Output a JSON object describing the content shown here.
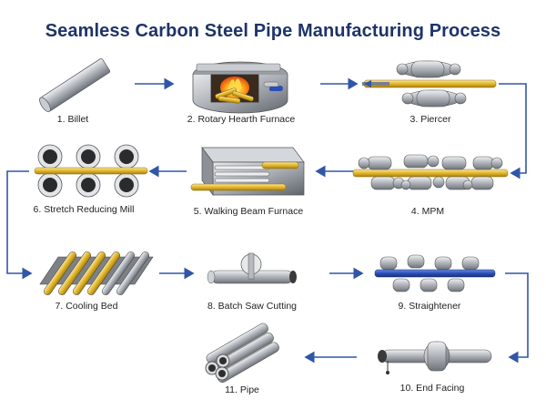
{
  "title": "Seamless Carbon Steel Pipe Manufacturing Process",
  "colors": {
    "title": "#1e3468",
    "arrow": "#2f56a8",
    "steel": "#a7abb1",
    "gold": "#e2b628",
    "blue_bar": "#2a4fb6"
  },
  "steps": [
    {
      "label": "1. Billet",
      "icon": "billet-icon"
    },
    {
      "label": "2. Rotary Hearth Furnace",
      "icon": "rotary-furnace-icon"
    },
    {
      "label": "3. Piercer",
      "icon": "piercer-icon"
    },
    {
      "label": "4. MPM",
      "icon": "mpm-mill-icon"
    },
    {
      "label": "5. Walking Beam Furnace",
      "icon": "walking-beam-furnace-icon"
    },
    {
      "label": "6. Stretch Reducing Mill",
      "icon": "stretch-reducing-mill-icon"
    },
    {
      "label": "7. Cooling Bed",
      "icon": "cooling-bed-icon"
    },
    {
      "label": "8. Batch Saw Cutting",
      "icon": "saw-cutting-icon"
    },
    {
      "label": "9. Straightener",
      "icon": "straightener-icon"
    },
    {
      "label": "10. End Facing",
      "icon": "end-facing-icon"
    },
    {
      "label": "11. Pipe",
      "icon": "pipe-bundle-icon"
    }
  ]
}
